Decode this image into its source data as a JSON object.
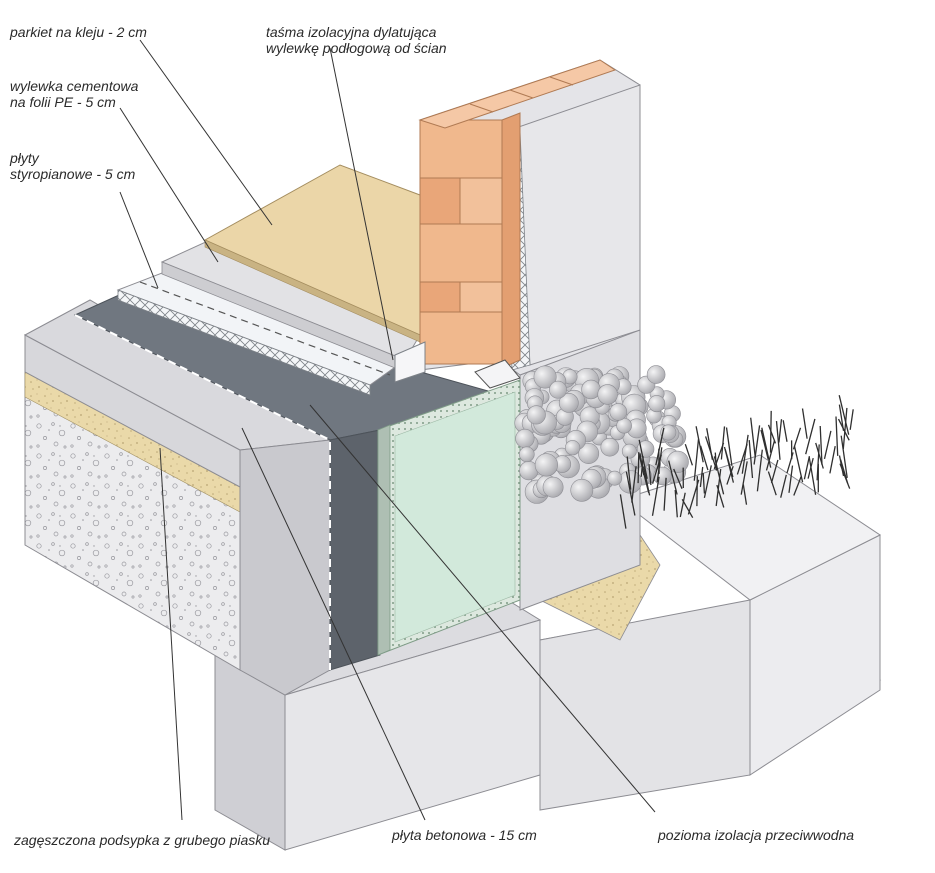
{
  "labels": {
    "parquet": [
      "parkiet na kleju - 2 cm"
    ],
    "tape": [
      "taśma izolacyjna dylatująca",
      "wylewkę podłogową od ścian"
    ],
    "screed": [
      "wylewka cementowa",
      "na folii PE - 5 cm"
    ],
    "styrofoam": [
      "płyty",
      "styropianowe - 5 cm"
    ],
    "sand": [
      "zagęszczona podsypka z grubego piasku"
    ],
    "slab": [
      "płyta betonowa - 15 cm"
    ],
    "waterproof": [
      "pozioma izolacja przeciwwodna"
    ]
  },
  "colors": {
    "parquet": "#e9d3a4",
    "concrete_light": "#e4e4e6",
    "concrete_mid": "#cfcfd3",
    "concrete_dark": "#b9b9be",
    "membrane": "#6f757c",
    "membrane_dark": "#585e66",
    "styrofoam": "#f0f2f6",
    "brick": "#f0b88d",
    "brick_dark": "#e39f71",
    "insulation_board": "#cfe6d8",
    "sand": "#ead9a9",
    "stones": "#d6d6d8",
    "grass": "#3a3a3a",
    "leader": "#333333"
  }
}
